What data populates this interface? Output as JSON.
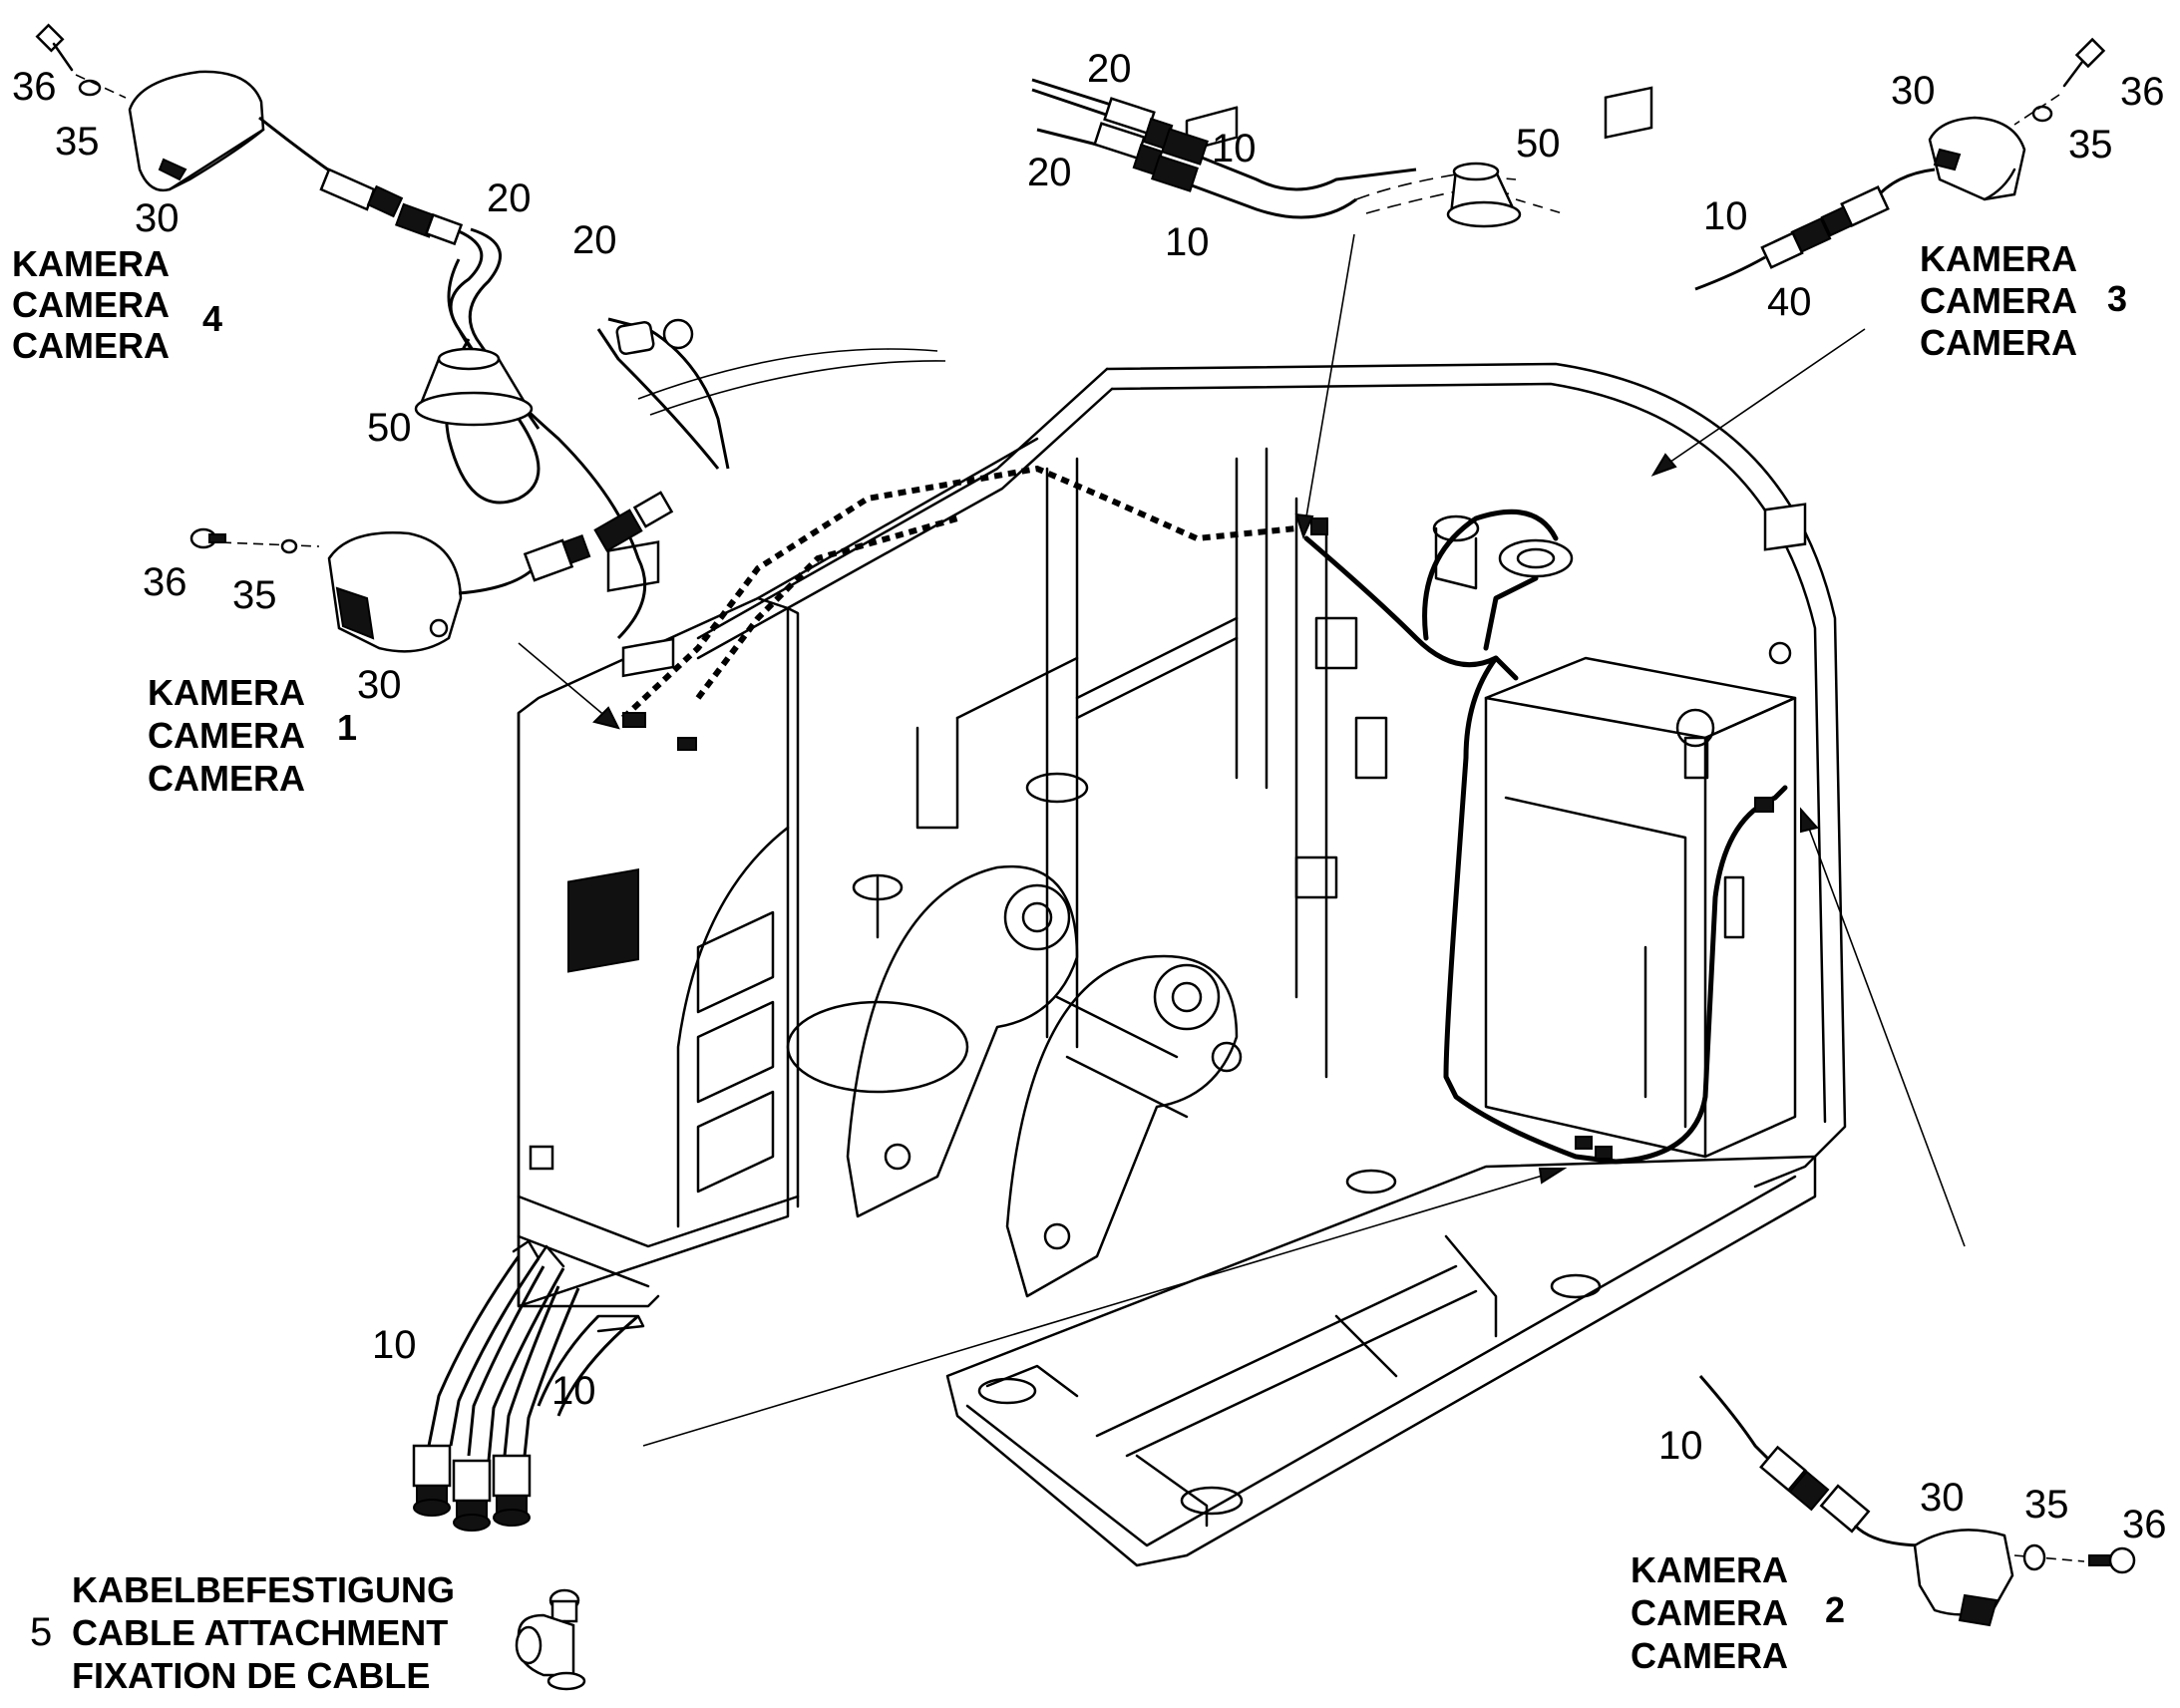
{
  "callouts": {
    "cam4": {
      "screw": "36",
      "washer": "35",
      "housing": "30",
      "plug_a": "20",
      "plug_b": "20",
      "grommet": "50"
    },
    "cam1": {
      "screw": "36",
      "washer": "35",
      "housing": "30"
    },
    "top": {
      "plug_a": "20",
      "plug_b": "20",
      "socket_a": "10",
      "socket_b": "10",
      "grommet": "50"
    },
    "cam3": {
      "housing": "30",
      "screw": "36",
      "washer": "35",
      "socket": "10",
      "adapter": "40"
    },
    "bundle": {
      "left": "10",
      "right": "10"
    },
    "cam2": {
      "socket": "10",
      "housing": "30",
      "washer": "35",
      "screw": "36"
    }
  },
  "cameras": {
    "cam4": {
      "line1": "KAMERA",
      "line2": "CAMERA",
      "line3": "CAMERA",
      "index": "4"
    },
    "cam1": {
      "line1": "KAMERA",
      "line2": "CAMERA",
      "line3": "CAMERA",
      "index": "1"
    },
    "cam3": {
      "line1": "KAMERA",
      "line2": "CAMERA",
      "line3": "CAMERA",
      "index": "3"
    },
    "cam2": {
      "line1": "KAMERA",
      "line2": "CAMERA",
      "line3": "CAMERA",
      "index": "2"
    }
  },
  "cable_attachment": {
    "index": "5",
    "line1": "KABELBEFESTIGUNG",
    "line2": "CABLE ATTACHMENT",
    "line3": "FIXATION DE CABLE"
  }
}
